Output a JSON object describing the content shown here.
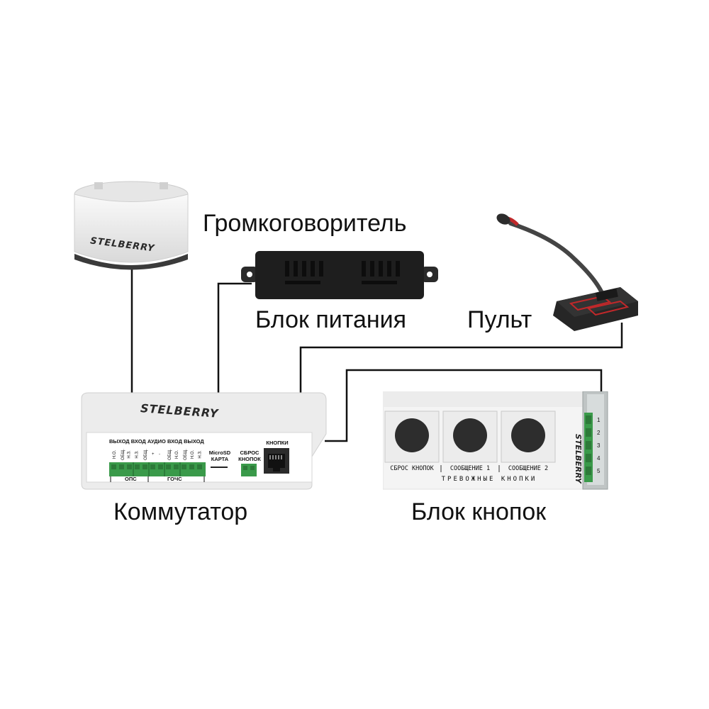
{
  "labels": {
    "speaker": "Громкоговоритель",
    "power": "Блок питания",
    "console": "Пульт",
    "switch": "Коммутатор",
    "buttons_block": "Блок кнопок"
  },
  "brand": "STELBERRY",
  "switch_panel": {
    "groups": [
      "ВЫХОД",
      "ВХОД",
      "АУДИО",
      "ВХОД",
      "ВЫХОД"
    ],
    "pins": [
      "Н.О.",
      "ОБЩ.",
      "Н.З.",
      "Н.З.",
      "ОБЩ.",
      "+",
      "-",
      "ОБЩ.",
      "Н.О.",
      "ОБЩ.",
      "Н.О.",
      "Н.З."
    ],
    "bottom_left": "ОПС",
    "bottom_right": "ГОЧС",
    "microsd_line1": "MicroSD",
    "microsd_line2": "КАРТА",
    "reset_line1": "СБРОС",
    "reset_line2": "КНОПОК",
    "buttons_port": "КНОПКИ"
  },
  "buttons_panel": {
    "buttons": [
      "СБРОС КНОПОК",
      "СООБЩЕНИЕ 1",
      "СООБЩЕНИЕ 2"
    ],
    "caption": "ТРЕВОЖНЫЕ КНОПКИ",
    "terminal_numbers": [
      "1",
      "2",
      "3",
      "4",
      "5"
    ]
  },
  "colors": {
    "terminal_green": "#3a9a4a",
    "console_red": "#c0282a",
    "device_white": "#f2f2f2",
    "power_black": "#1e1e1e"
  }
}
